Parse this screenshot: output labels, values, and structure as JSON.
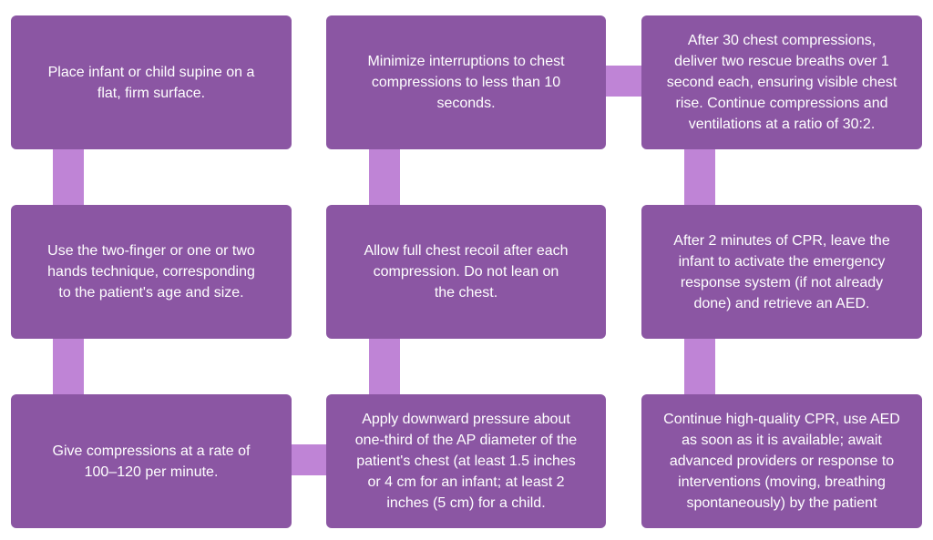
{
  "colors": {
    "box": "#8b56a3",
    "connector": "#bf84d6",
    "text": "#ffffff",
    "background": "#ffffff"
  },
  "steps": [
    {
      "text": "Place infant or child supine on a flat, firm surface."
    },
    {
      "text": "Use the two-finger or one or two hands technique, corresponding to the patient's age and size."
    },
    {
      "text": "Give compressions at a rate of 100–120 per minute."
    },
    {
      "text": "Apply downward pressure about one-third of the AP diameter of the patient's chest (at least 1.5 inches or 4 cm for an infant; at least 2 inches (5 cm) for a child."
    },
    {
      "text": "Allow full chest recoil after each compression. Do not lean on the chest."
    },
    {
      "text": "Minimize interruptions to chest compressions to less than 10 seconds."
    },
    {
      "text": "After 30 chest compressions, deliver two rescue breaths over 1 second each, ensuring visible chest rise. Continue compressions and ventilations at a ratio of 30:2."
    },
    {
      "text": "After 2 minutes of CPR, leave the infant to activate the emergency response system (if not already done) and retrieve an AED."
    },
    {
      "text": "Continue high-quality CPR, use AED as soon as it is available; await advanced providers or response to interventions (moving, breathing spontaneously) by the patient"
    }
  ]
}
